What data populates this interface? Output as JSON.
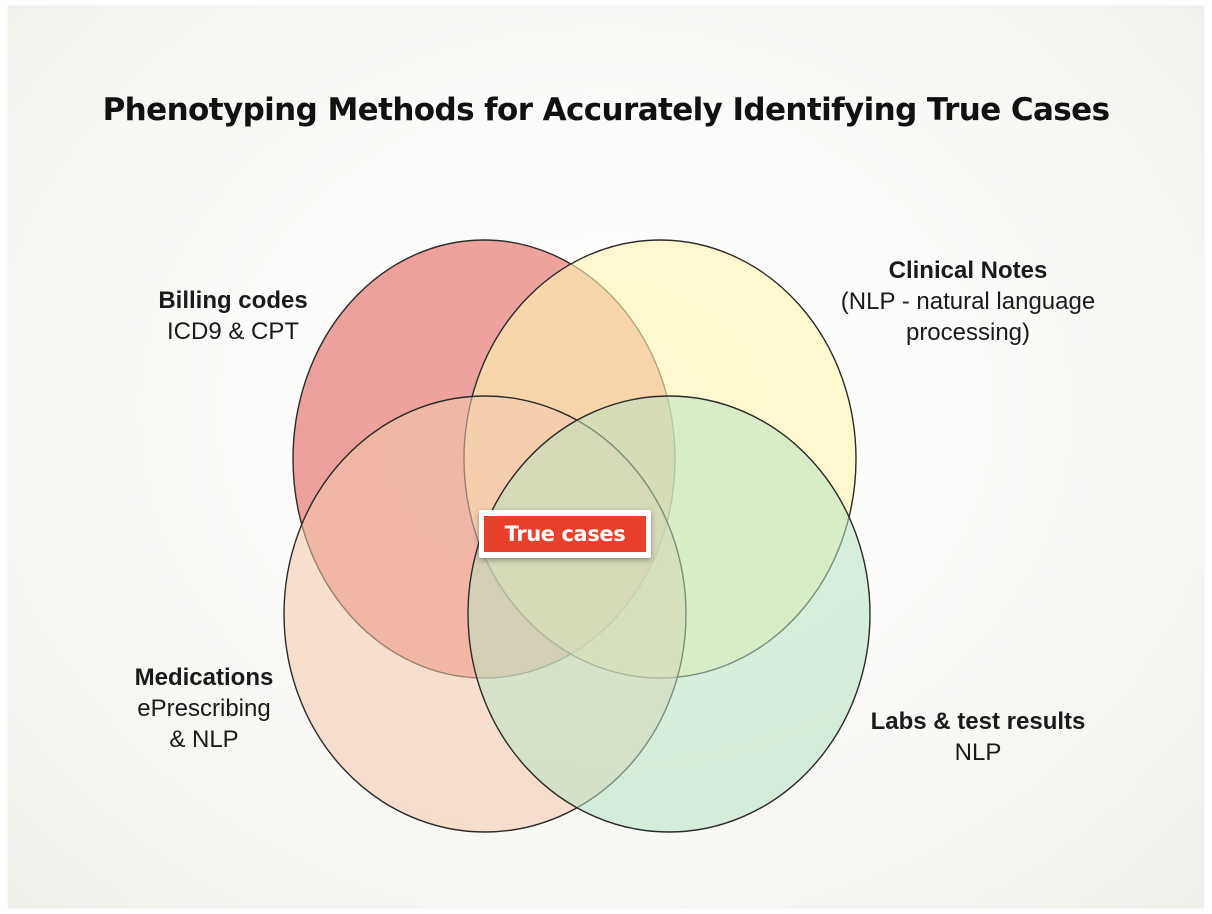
{
  "title": "Phenotyping Methods for Accurately Identifying True Cases",
  "sets": {
    "billing": {
      "name": "Billing codes",
      "lines": [
        "ICD9 & CPT"
      ],
      "color": "#e8837f"
    },
    "notes": {
      "name": "Clinical Notes",
      "lines": [
        "(NLP - natural language",
        "processing)"
      ],
      "color": "#fdf6b0"
    },
    "medications": {
      "name": "Medications",
      "lines": [
        "ePrescribing",
        "& NLP"
      ],
      "color": "#f4c9ad"
    },
    "labs": {
      "name": "Labs & test results",
      "lines": [
        "NLP"
      ],
      "color": "#b9e2c3"
    }
  },
  "center": {
    "label": "True cases",
    "color": "#e8402a"
  }
}
